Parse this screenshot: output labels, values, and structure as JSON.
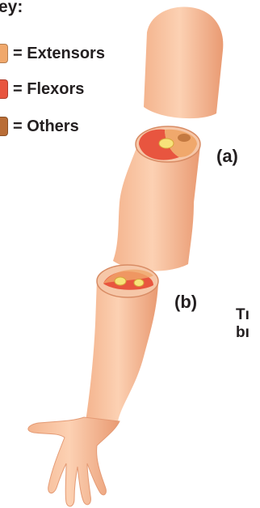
{
  "key": {
    "title": "ey:",
    "items": [
      {
        "label": "= Extensors",
        "color": "#f0a86c"
      },
      {
        "label": "= Flexors",
        "color": "#e8553f"
      },
      {
        "label": "= Others",
        "color": "#b96d36"
      }
    ]
  },
  "labels": {
    "upper_arm": "(a)",
    "forearm": "(b)"
  },
  "side_text": [
    "Tı",
    "bı"
  ],
  "colors": {
    "skin": "#f9c3a0",
    "skin_shadow": "#e9a07a",
    "extensor": "#f0a86c",
    "flexor": "#e8553f",
    "other": "#b96d36",
    "bone": "#f7e37a"
  }
}
